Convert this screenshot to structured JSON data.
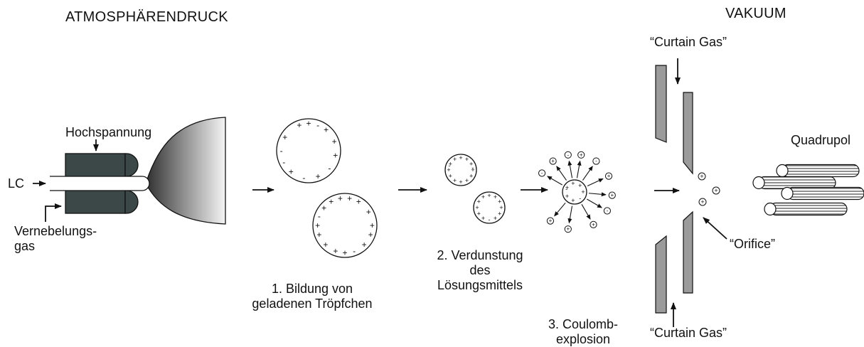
{
  "headings": {
    "left": "ATMOSPHÄRENDRUCK",
    "right": "VAKUUM"
  },
  "labels": {
    "high_voltage": "Hochspannung",
    "lc": "LC",
    "nebulizer_line1": "Vernebelungs-",
    "nebulizer_line2": "gas",
    "quadrupole": "Quadrupol",
    "curtain_gas_top": "“Curtain Gas”",
    "curtain_gas_bottom": "“Curtain Gas”",
    "orifice": "“Orifice”"
  },
  "steps": [
    {
      "line1": "1. Bildung von",
      "line2": "geladenen Tröpfchen"
    },
    {
      "line1": "2. Verdunstung",
      "line2": "des",
      "line3": "Lösungsmittels"
    },
    {
      "line1": "3. Coulomb-",
      "line2": "explosion"
    }
  ],
  "symbols": {
    "plus": "+",
    "minus": "-"
  },
  "colors": {
    "emitter_block": "#3c4747",
    "plate_gray": "#9b9b9b",
    "line": "#111111"
  }
}
